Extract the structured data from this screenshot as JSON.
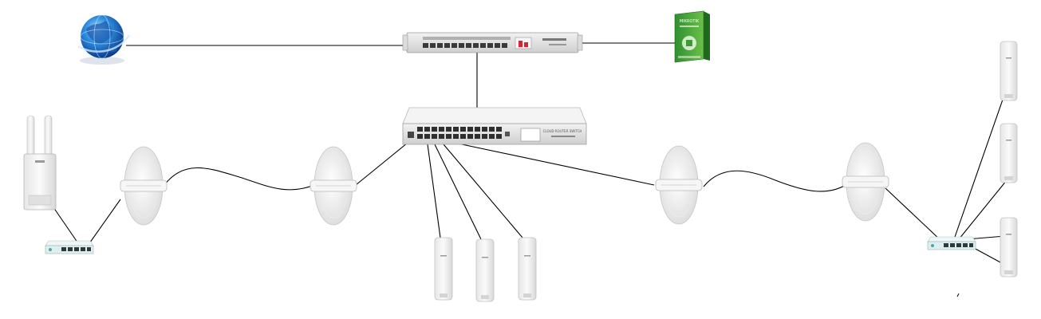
{
  "diagram": {
    "title": "",
    "background_color": "#ffffff",
    "link_color": "#000000",
    "node_type_names": {
      "internet-globe": "internet-globe-icon",
      "cloud-core-router": "cloud-core-router",
      "software-box": "software-box",
      "cloud-router-switch": "cloud-router-switch",
      "omnitik-ap": "omnitik-outdoor-ap",
      "dish-antenna": "dish-antenna",
      "small-switch": "hex-small-switch",
      "sector-ap": "sector-access-point"
    },
    "device_labels": {
      "router_brand_text": "",
      "switch_brand_text": "CLOUD ROUTER SWITCH",
      "software_box_text": "MIKROTIK"
    }
  }
}
